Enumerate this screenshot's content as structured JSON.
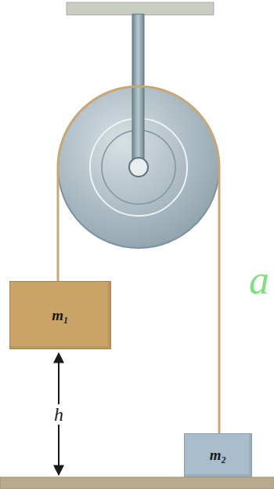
{
  "diagram": {
    "nodes": [
      {
        "text": [
          "m₁"
        ]
      },
      {
        "text": [
          "m₂"
        ]
      }
    ],
    "edges": [
      {
        "from": 0,
        "to": 1,
        "arrow": "none"
      }
    ],
    "labels": [
      "h",
      "a"
    ]
  }
}
